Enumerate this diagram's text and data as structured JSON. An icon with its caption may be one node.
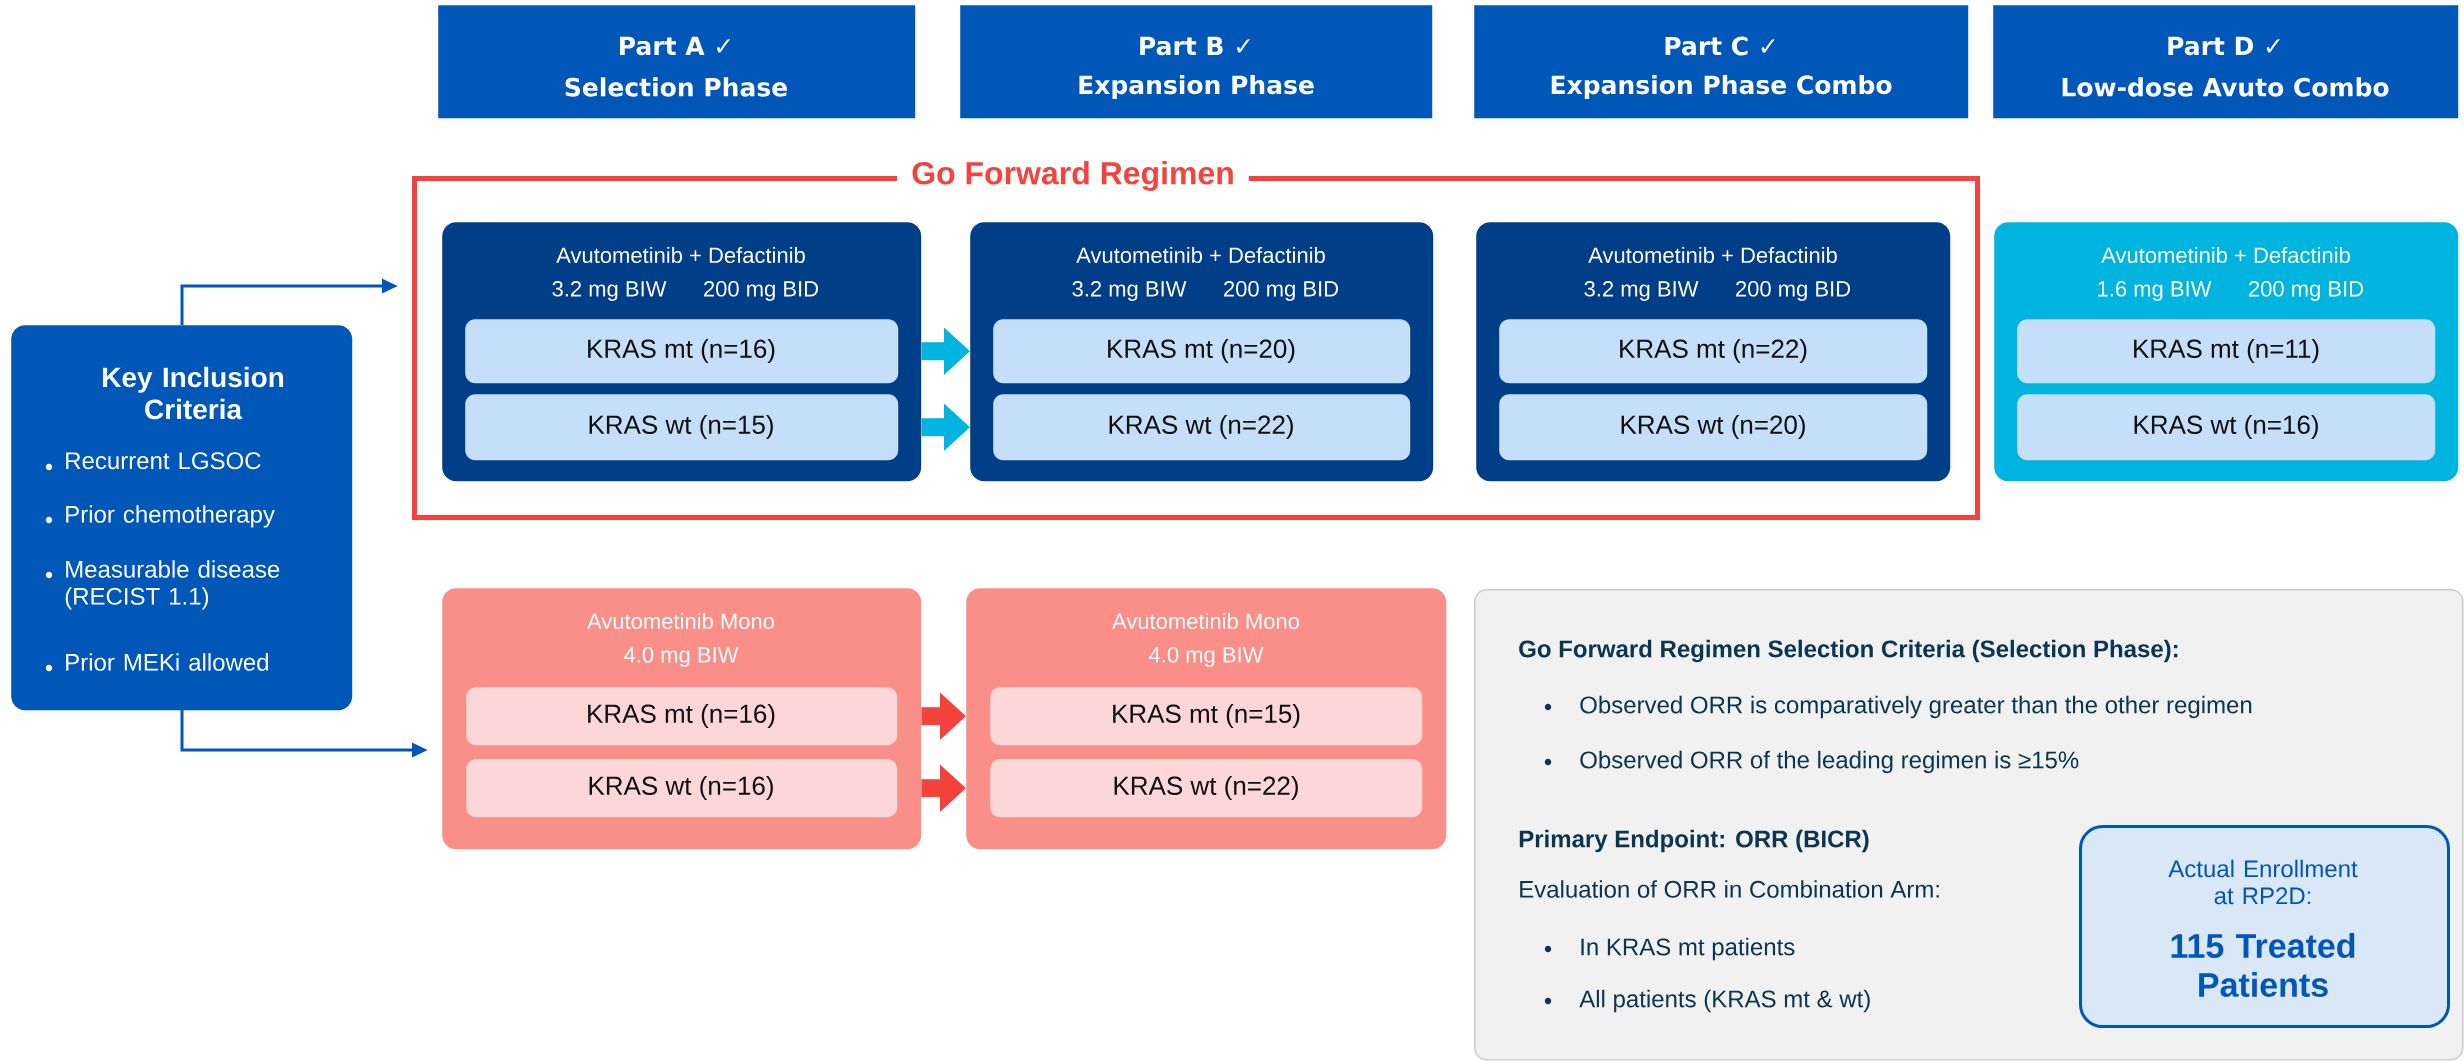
{
  "diagram": {
    "nodes": [
      {
        "text": [
          "Part A ✓",
          "Selection Phase"
        ]
      },
      {
        "text": [
          "Part B ✓",
          "Expansion Phase"
        ]
      },
      {
        "text": [
          "Part C ✓",
          "Expansion Phase Combo"
        ]
      },
      {
        "text": [
          "Part D ✓",
          "Low-dose Avuto Combo"
        ]
      },
      {
        "text": [
          "Go Forward Regimen"
        ]
      },
      {
        "text": [
          "Key Inclusion Criteria",
          "Recurrent LGSOC",
          "Prior chemotherapy",
          "Measurable disease (RECIST 1.1)",
          "Prior MEKi allowed"
        ]
      },
      {
        "text": [
          "Avutometinib + Defactinib",
          "3.2 mg BIW",
          "200 mg BID"
        ],
        "in": 4
      },
      {
        "text": [
          "KRAS mt (n=16)"
        ],
        "in": 6
      },
      {
        "text": [
          "KRAS wt (n=15)"
        ],
        "in": 6
      },
      {
        "text": [
          "Avutometinib + Defactinib",
          "3.2 mg BIW",
          "200 mg BID"
        ],
        "in": 4
      },
      {
        "text": [
          "KRAS mt (n=20)"
        ],
        "in": 9
      },
      {
        "text": [
          "KRAS wt (n=22)"
        ],
        "in": 9
      },
      {
        "text": [
          "Avutometinib + Defactinib",
          "3.2 mg BIW",
          "200 mg BID"
        ],
        "in": 4
      },
      {
        "text": [
          "KRAS mt (n=22)"
        ],
        "in": 12
      },
      {
        "text": [
          "KRAS wt (n=20)"
        ],
        "in": 12
      },
      {
        "text": [
          "Avutometinib + Defactinib",
          "1.6 mg BIW",
          "200 mg BID"
        ]
      },
      {
        "text": [
          "KRAS mt (n=11)"
        ],
        "in": 15
      },
      {
        "text": [
          "KRAS wt (n=16)"
        ],
        "in": 15
      },
      {
        "text": [
          "Avutometinib Mono",
          "4.0 mg BIW"
        ]
      },
      {
        "text": [
          "KRAS mt (n=16)"
        ],
        "in": 18
      },
      {
        "text": [
          "KRAS wt (n=16)"
        ],
        "in": 18
      },
      {
        "text": [
          "Avutometinib Mono",
          "4.0 mg BIW"
        ]
      },
      {
        "text": [
          "KRAS mt (n=15)"
        ],
        "in": 21
      },
      {
        "text": [
          "KRAS wt (n=22)"
        ],
        "in": 21
      },
      {
        "text": [
          "Go Forward Regimen Selection Criteria (Selection Phase):",
          "Observed ORR is comparatively greater than the other regimen",
          "Observed ORR of the leading regimen is ≥15%",
          "Primary Endpoint: ORR (BICR)",
          "Evaluation of ORR in Combination Arm:",
          "In KRAS mt patients",
          "All patients (KRAS mt & wt)"
        ]
      },
      {
        "text": [
          "Actual Enrollment at RP2D:",
          "115 Treated Patients"
        ],
        "in": 24
      }
    ],
    "edges": [
      {
        "from": 5,
        "to": 4,
        "arrow": "to",
        "color": "#0057b8"
      },
      {
        "from": 5,
        "to": 18,
        "arrow": "to",
        "color": "#0057b8"
      },
      {
        "from": 7,
        "to": 10,
        "arrow": "to",
        "color": "#00b4e0"
      },
      {
        "from": 8,
        "to": 11,
        "arrow": "to",
        "color": "#00b4e0"
      },
      {
        "from": 19,
        "to": 22,
        "arrow": "to",
        "color": "#f4433c"
      },
      {
        "from": 20,
        "to": 23,
        "arrow": "to",
        "color": "#f4433c"
      }
    ]
  }
}
